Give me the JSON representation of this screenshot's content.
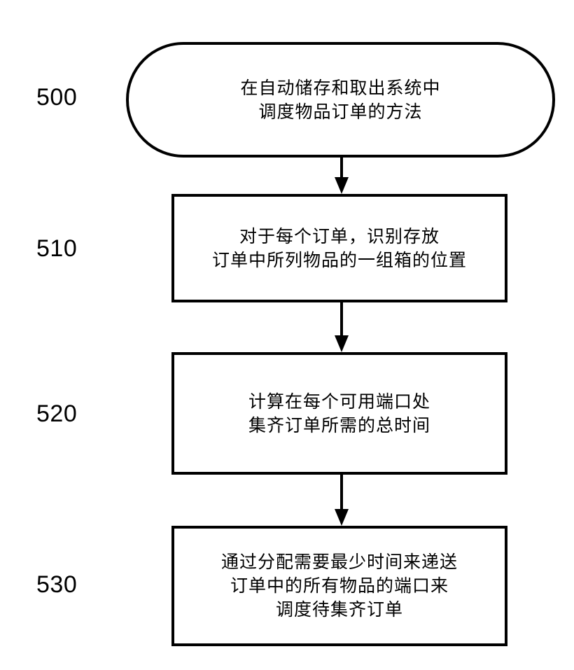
{
  "flowchart": {
    "steps": [
      {
        "id": "500",
        "shape": "terminal",
        "lines": [
          "在自动储存和取出系统中",
          "调度物品订单的方法"
        ]
      },
      {
        "id": "510",
        "shape": "process",
        "lines": [
          "对于每个订单，识别存放",
          "订单中所列物品的一组箱的位置"
        ]
      },
      {
        "id": "520",
        "shape": "process",
        "lines": [
          "计算在每个可用端口处",
          "集齐订单所需的总时间"
        ]
      },
      {
        "id": "530",
        "shape": "process",
        "lines": [
          "通过分配需要最少时间来递送",
          "订单中的所有物品的端口来",
          "调度待集齐订单"
        ]
      }
    ],
    "connectors": [
      {
        "from": "500",
        "to": "510"
      },
      {
        "from": "510",
        "to": "520"
      },
      {
        "from": "520",
        "to": "530"
      }
    ],
    "colors": {
      "stroke": "#000000",
      "background": "#ffffff",
      "text": "#000000"
    }
  }
}
